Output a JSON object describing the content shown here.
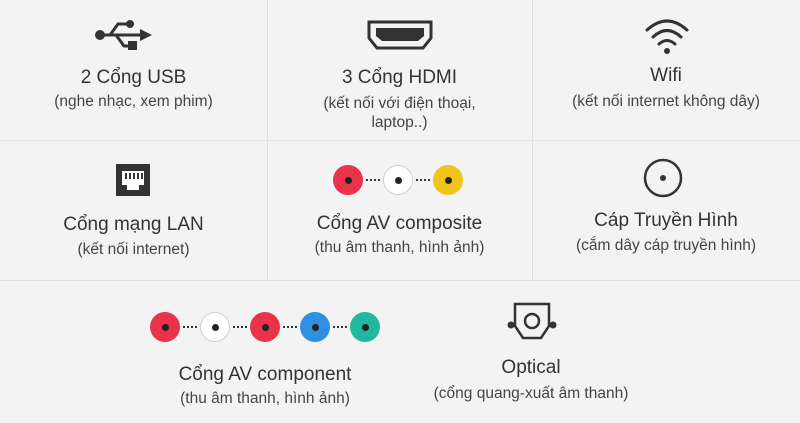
{
  "features": {
    "usb": {
      "title": "2 Cổng USB",
      "sub": "(nghe nhạc, xem phim)",
      "icon": "usb-icon"
    },
    "hdmi": {
      "title": "3 Cổng HDMI",
      "sub_line1": "(kết nối với điện thoại,",
      "sub_line2": "laptop..)",
      "icon": "hdmi-port-icon"
    },
    "wifi": {
      "title": "Wifi",
      "sub": "(kết nối internet không dây)",
      "icon": "wifi-icon"
    },
    "lan": {
      "title": "Cổng mạng LAN",
      "sub": "(kết nối internet)",
      "icon": "ethernet-port-icon"
    },
    "av_composite": {
      "title": "Cổng AV composite",
      "sub": "(thu âm thanh, hình ảnh)",
      "icon": "rca-connectors-icon",
      "colors": [
        "#e8334a",
        "#ffffff",
        "#f0c419"
      ]
    },
    "tv_cable": {
      "title": "Cáp Truyền Hình",
      "sub": "(cắm dây cáp truyền hình)",
      "icon": "coaxial-port-icon"
    },
    "av_component": {
      "title": "Cổng AV component",
      "sub": "(thu âm thanh, hình ảnh)",
      "icon": "component-connectors-icon",
      "colors": [
        "#e8334a",
        "#ffffff",
        "#e8334a",
        "#2f8fe0",
        "#22b8a0"
      ]
    },
    "optical": {
      "title": "Optical",
      "sub": "(cổng quang-xuất âm thanh)",
      "icon": "optical-port-icon"
    }
  }
}
